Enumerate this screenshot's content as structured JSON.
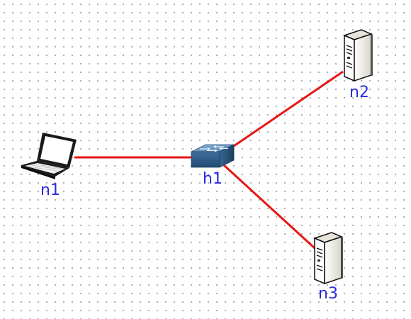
{
  "canvas": {
    "grid": "dotted",
    "background": "#ffffff",
    "grid_color": "#9a9a9a"
  },
  "colors": {
    "link": "#e81616",
    "label": "#2a2ae0"
  },
  "nodes": {
    "n1": {
      "label": "n1",
      "type": "laptop",
      "icon": "laptop-icon"
    },
    "h1": {
      "label": "h1",
      "type": "switch",
      "icon": "switch-icon"
    },
    "n2": {
      "label": "n2",
      "type": "server",
      "icon": "server-icon"
    },
    "n3": {
      "label": "n3",
      "type": "server",
      "icon": "server-icon"
    }
  },
  "links": [
    {
      "from": "n1",
      "to": "h1"
    },
    {
      "from": "h1",
      "to": "n2"
    },
    {
      "from": "h1",
      "to": "n3"
    }
  ]
}
